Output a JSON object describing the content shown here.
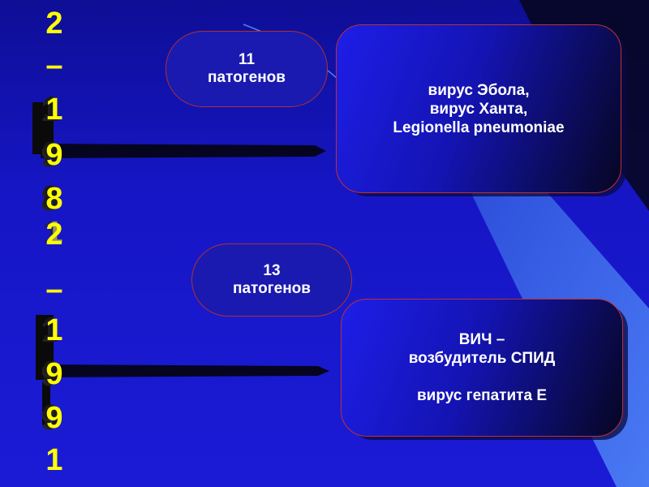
{
  "timeline": {
    "period1_digits": [
      "2",
      "–",
      "1",
      "9",
      "8",
      "1"
    ],
    "period2_digits": [
      "2",
      "–",
      "1",
      "9",
      "9",
      "1"
    ]
  },
  "groups": [
    {
      "count_number": "11",
      "count_word": "патогенов",
      "lines": [
        "вирус Эбола,",
        "вирус Ханта,",
        "Legionella pneumoniae"
      ]
    },
    {
      "count_number": "13",
      "count_word": "патогенов",
      "lines": [
        "ВИЧ –",
        "возбудитель СПИД",
        "",
        "вирус гепатита Е"
      ]
    }
  ],
  "colors": {
    "background": "#1616c6",
    "digits": "#ffff00",
    "box_border": "#c03030",
    "arrow": "#050520"
  }
}
